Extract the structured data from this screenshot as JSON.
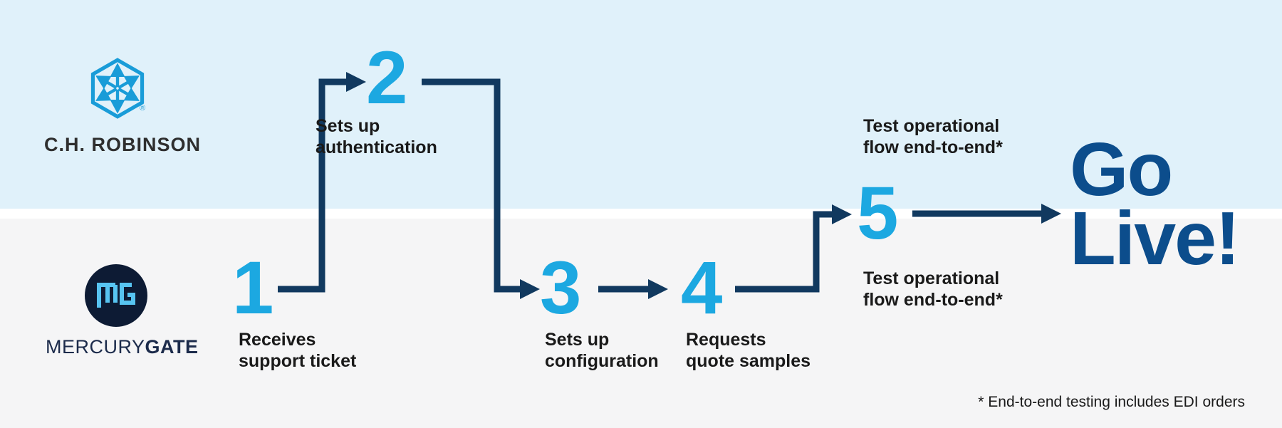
{
  "top_lane": {
    "company_wordmark": "C.H. ROBINSON",
    "registered_mark": "®"
  },
  "bottom_lane": {
    "company_wordmark_regular": "MERCURY",
    "company_wordmark_bold": "GATE"
  },
  "steps": [
    {
      "number": "1",
      "label": "Receives\nsupport ticket"
    },
    {
      "number": "2",
      "label": "Sets up\nauthentication"
    },
    {
      "number": "3",
      "label": "Sets up\nconfiguration"
    },
    {
      "number": "4",
      "label": "Requests\nquote samples"
    },
    {
      "number": "5",
      "label_top": "Test operational\nflow end-to-end*",
      "label_bottom": "Test operational\nflow end-to-end*"
    }
  ],
  "go_live": "Go\nLive!",
  "footnote": "* End-to-end testing includes EDI orders",
  "colors": {
    "step_number_blue": "#1ca8e1",
    "connector_navy": "#11395f",
    "go_live_blue": "#0c4d8c",
    "chr_logo_blue": "#199cd8",
    "mg_circle_navy": "#0d1b34",
    "mg_monogram_blue": "#57c4f1",
    "mg_wordmark_navy": "#1c2b4b",
    "lane_top_bg": "#e0f1fa",
    "lane_bottom_bg": "#f5f5f6"
  }
}
